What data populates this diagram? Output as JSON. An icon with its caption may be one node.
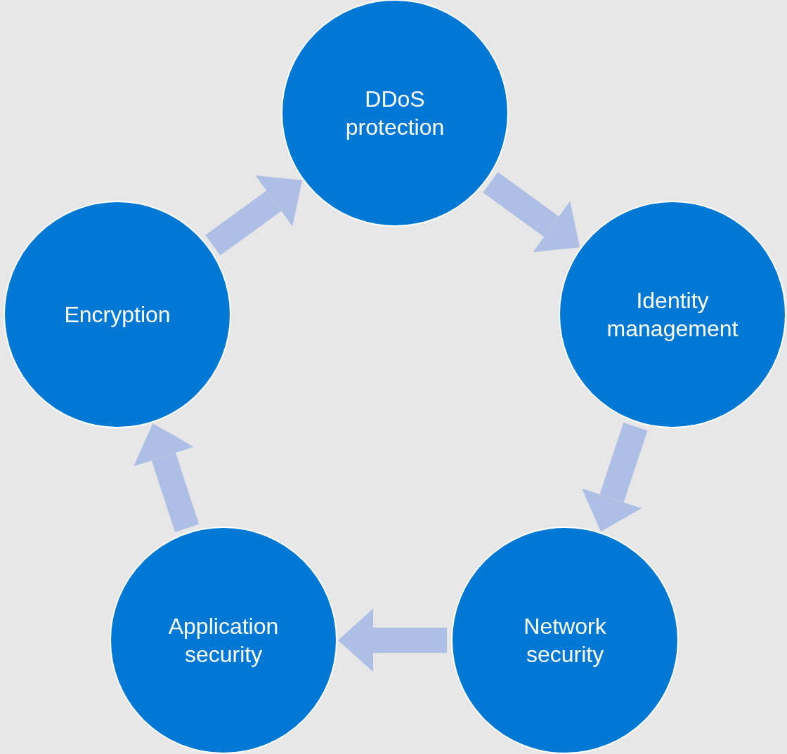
{
  "diagram": {
    "nodes": [
      {
        "text": [
          "DDoS protection"
        ]
      },
      {
        "text": [
          "Identity management"
        ]
      },
      {
        "text": [
          "Network security"
        ]
      },
      {
        "text": [
          "Application security"
        ]
      },
      {
        "text": [
          "Encryption"
        ]
      }
    ],
    "edges": [
      {
        "from": 0,
        "to": 1,
        "arrow": "to"
      },
      {
        "from": 1,
        "to": 2,
        "arrow": "to"
      },
      {
        "from": 2,
        "to": 3,
        "arrow": "to"
      },
      {
        "from": 3,
        "to": 4,
        "arrow": "to"
      },
      {
        "from": 4,
        "to": 0,
        "arrow": "to"
      }
    ]
  }
}
